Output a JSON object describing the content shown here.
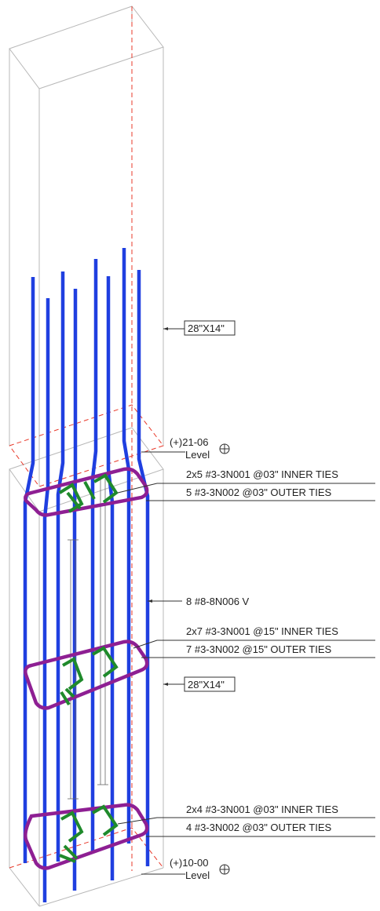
{
  "colors": {
    "background": "#ffffff",
    "outline": "#b8b8b8",
    "centerline": "#e8392a",
    "vertical_bar": "#1f3fe0",
    "outer_tie": "#8e1f93",
    "inner_tie": "#1f8a2b",
    "leader": "#303030",
    "text": "#222222"
  },
  "upper_column": {
    "size_tag": "28\"X14\""
  },
  "lower_column": {
    "size_tag": "28\"X14\""
  },
  "levels": {
    "top": {
      "elevation": "(+)21-06",
      "label": "Level"
    },
    "bottom": {
      "elevation": "(+)10-00",
      "label": "Level"
    }
  },
  "callouts": {
    "top_inner": "2x5 #3-3N001 @03\" INNER TIES",
    "top_outer": "5 #3-3N002 @03\" OUTER TIES",
    "vertical_bars": "8 #8-8N006  V",
    "mid_inner": "2x7 #3-3N001 @15\" INNER TIES",
    "mid_outer": "7 #3-3N002 @15\" OUTER TIES",
    "bot_inner": "2x4 #3-3N001 @03\" INNER TIES",
    "bot_outer": "4 #3-3N002 @03\" OUTER TIES"
  }
}
